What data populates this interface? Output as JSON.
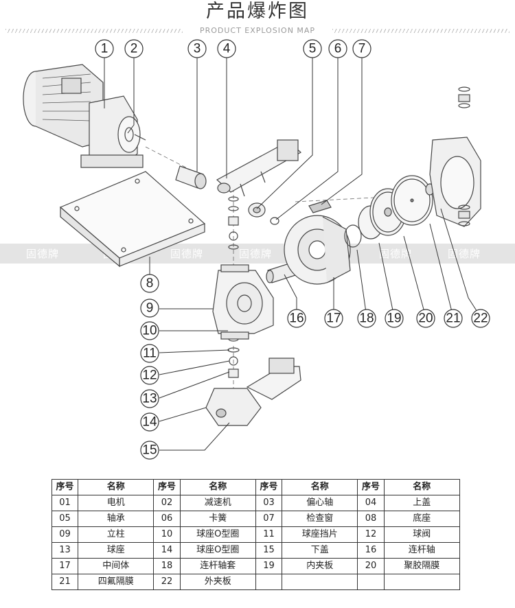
{
  "header": {
    "title": "产品爆炸图",
    "subtitle": "PRODUCT EXPLOSION MAP"
  },
  "watermark": "固德牌",
  "callouts": [
    "1",
    "2",
    "3",
    "4",
    "5",
    "6",
    "7",
    "8",
    "9",
    "10",
    "11",
    "12",
    "13",
    "14",
    "15",
    "16",
    "17",
    "18",
    "19",
    "20",
    "21",
    "22"
  ],
  "table": {
    "headers": [
      "序号",
      "名称",
      "序号",
      "名称",
      "序号",
      "名称",
      "序号",
      "名称"
    ],
    "rows": [
      [
        "01",
        "电机",
        "02",
        "减速机",
        "03",
        "偏心轴",
        "04",
        "上盖"
      ],
      [
        "05",
        "轴承",
        "06",
        "卡簧",
        "07",
        "检查窗",
        "08",
        "底座"
      ],
      [
        "09",
        "立柱",
        "10",
        "球座O型圈",
        "11",
        "球座挡片",
        "12",
        "球阀"
      ],
      [
        "13",
        "球座",
        "14",
        "球座O型圈",
        "15",
        "下盖",
        "16",
        "连杆轴"
      ],
      [
        "17",
        "中间体",
        "18",
        "连杆轴套",
        "19",
        "内夹板",
        "20",
        "聚胶隔膜"
      ],
      [
        "21",
        "四氟隔膜",
        "22",
        "外夹板",
        "",
        "",
        "",
        ""
      ]
    ]
  }
}
